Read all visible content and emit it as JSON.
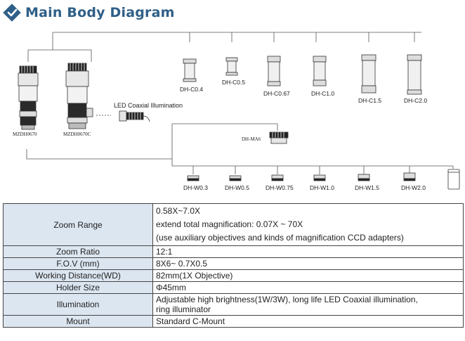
{
  "header": {
    "title": "Main Body Diagram",
    "icon": "diamond-check-icon"
  },
  "diagram": {
    "bodies": [
      {
        "label": "MZDH0670"
      },
      {
        "label": "MZDH0670C"
      }
    ],
    "led": {
      "label": "LED Coaxial Illumination"
    },
    "adapters": [
      {
        "label": "DH-C0.4"
      },
      {
        "label": "DH-C0.5"
      },
      {
        "label": "DH-C0.67"
      },
      {
        "label": "DH-C1.0"
      },
      {
        "label": "DH-C1.5"
      },
      {
        "label": "DH-C2.0"
      }
    ],
    "ma6": {
      "label": "DH-MA6"
    },
    "objectives": [
      {
        "label": "DH-W0.3"
      },
      {
        "label": "DH-W0.5"
      },
      {
        "label": "DH-W0.75"
      },
      {
        "label": "DH-W1.0"
      },
      {
        "label": "DH-W1.5"
      },
      {
        "label": "DH-W2.0"
      }
    ]
  },
  "specs": {
    "zoom_range": {
      "label": "Zoom Range",
      "lines": [
        "0.58X~7.0X",
        "extend total magnification: 0.07X ~ 70X",
        "(use auxiliary objectives and kinds of magnification CCD adapters)"
      ]
    },
    "zoom_ratio": {
      "label": "Zoom Ratio",
      "value": "12:1"
    },
    "fov": {
      "label": "F.O.V (mm)",
      "value": "8X6~ 0.7X0.5"
    },
    "wd": {
      "label": "Working Distance(WD)",
      "value": "82mm(1X Objective)"
    },
    "holder": {
      "label": "Holder Size",
      "value": "Φ45mm"
    },
    "illumination": {
      "label": "Illumination",
      "lines": [
        "Adjustable high brightness(1W/3W), long life LED Coaxial illumination,",
        "ring illuminator"
      ]
    },
    "mount": {
      "label": "Mount",
      "value": "Standard C-Mount"
    }
  }
}
